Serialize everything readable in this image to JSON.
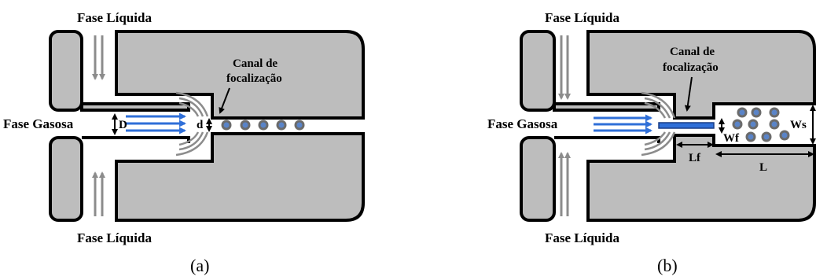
{
  "panel_a": {
    "top_label": "Fase Líquida",
    "bottom_label": "Fase Líquida",
    "left_label": "Fase Gasosa",
    "channel_label_line1": "Canal de",
    "channel_label_line2": "focalização",
    "dim_D": "D",
    "dim_d": "d",
    "caption": "(a)"
  },
  "panel_b": {
    "top_label": "Fase Líquida",
    "bottom_label": "Fase Líquida",
    "left_label": "Fase Gasosa",
    "channel_label_line1": "Canal de",
    "channel_label_line2": "focalização",
    "dim_Lf": "Lf",
    "dim_Wf": "Wf",
    "dim_L": "L",
    "dim_Ws": "Ws",
    "caption": "(b)"
  },
  "colors": {
    "wall": "#bdbdbd",
    "gas_flow": "#2f6fd8",
    "liquid_flow": "#8c8c8c",
    "bubble": "#5a84c8"
  }
}
